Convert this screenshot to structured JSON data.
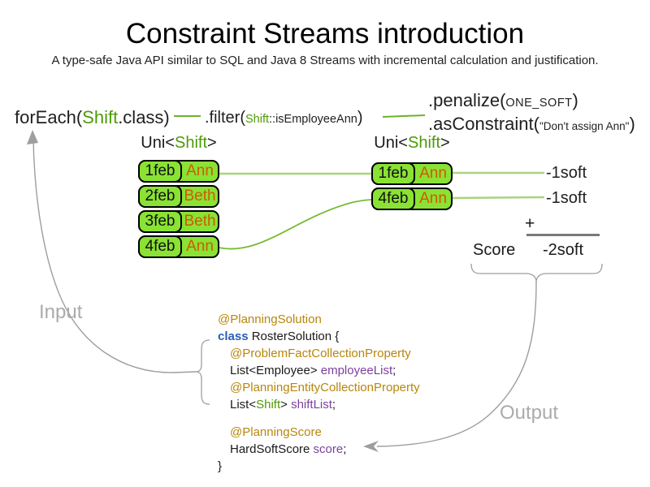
{
  "title": "Constraint Streams introduction",
  "subtitle": "A type-safe Java API similar to SQL and Java 8 Streams with incremental calculation and justification.",
  "flow": {
    "foreach": {
      "pre": "forEach(",
      "type": "Shift",
      "post": ".class)"
    },
    "filter": {
      "pre": ".filter(",
      "arg_type": "Shift",
      "arg_rest": "::isEmployeeAnn",
      "post": ")"
    },
    "penalize": {
      "pre": ".penalize(",
      "arg": "ONE_SOFT",
      "post": ")"
    },
    "as_constraint": {
      "pre": ".asConstraint(",
      "arg": "\"Don't assign Ann\"",
      "post": ")"
    }
  },
  "streams": {
    "left": {
      "label": {
        "pre": "Uni<",
        "type": "Shift",
        "post": ">"
      },
      "rows": [
        {
          "date": "1feb",
          "employee": "Ann"
        },
        {
          "date": "2feb",
          "employee": "Beth"
        },
        {
          "date": "3feb",
          "employee": "Beth"
        },
        {
          "date": "4feb",
          "employee": "Ann"
        }
      ]
    },
    "right": {
      "label": {
        "pre": "Uni<",
        "type": "Shift",
        "post": ">"
      },
      "rows": [
        {
          "date": "1feb",
          "employee": "Ann"
        },
        {
          "date": "4feb",
          "employee": "Ann"
        }
      ]
    }
  },
  "score_panel": {
    "penalties": [
      "-1soft",
      "-1soft"
    ],
    "plus": "+",
    "label": "Score",
    "total": "-2soft"
  },
  "annotations": {
    "input": "Input",
    "output": "Output"
  },
  "code": {
    "lines": [
      {
        "indent": 0,
        "spacer": false,
        "segments": [
          {
            "text": "@PlanningSolution",
            "style": "annotation"
          }
        ]
      },
      {
        "indent": 0,
        "spacer": false,
        "segments": [
          {
            "text": "class",
            "style": "keyword"
          },
          {
            "text": " RosterSolution {",
            "style": "plain"
          }
        ]
      },
      {
        "indent": 1,
        "spacer": false,
        "segments": [
          {
            "text": "@ProblemFactCollectionProperty",
            "style": "annotation"
          }
        ]
      },
      {
        "indent": 1,
        "spacer": false,
        "segments": [
          {
            "text": "List<Employee> ",
            "style": "plain"
          },
          {
            "text": "employeeList",
            "style": "field"
          },
          {
            "text": ";",
            "style": "plain"
          }
        ]
      },
      {
        "indent": 1,
        "spacer": false,
        "segments": [
          {
            "text": "@PlanningEntityCollectionProperty",
            "style": "annotation"
          }
        ]
      },
      {
        "indent": 1,
        "spacer": false,
        "segments": [
          {
            "text": "List<",
            "style": "plain"
          },
          {
            "text": "Shift",
            "style": "type"
          },
          {
            "text": "> ",
            "style": "plain"
          },
          {
            "text": "shiftList",
            "style": "field"
          },
          {
            "text": ";",
            "style": "plain"
          }
        ]
      },
      {
        "indent": 1,
        "spacer": true,
        "segments": []
      },
      {
        "indent": 1,
        "spacer": false,
        "segments": [
          {
            "text": "@PlanningScore",
            "style": "annotation"
          }
        ]
      },
      {
        "indent": 1,
        "spacer": false,
        "segments": [
          {
            "text": "HardSoftScore ",
            "style": "plain"
          },
          {
            "text": "score",
            "style": "field"
          },
          {
            "text": ";",
            "style": "plain"
          }
        ]
      },
      {
        "indent": 0,
        "spacer": false,
        "segments": [
          {
            "text": "}",
            "style": "plain"
          }
        ]
      }
    ]
  },
  "colors": {
    "green_fill": "#8ae234",
    "green_text": "#4e9a06",
    "orange_text": "#ce5c00",
    "annotation": "#b8860b",
    "keyword": "#2a5db8",
    "field": "#7d3fa0",
    "arrow_gray": "#9e9e9e",
    "label_gray": "#ababab",
    "sum_line": "#7a7a7a",
    "line_light_green": "#a8d47f",
    "line_mid_green": "#6db32b",
    "curve_green": "#76ba33"
  }
}
